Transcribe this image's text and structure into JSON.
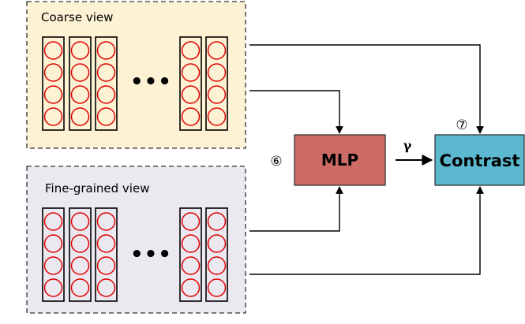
{
  "views": {
    "coarse": {
      "label": "Coarse view",
      "fill": "#fdf2d3"
    },
    "fine": {
      "label": "Fine-grained view",
      "fill": "#ebe8f0"
    }
  },
  "ellipsis": "•••",
  "mlp": {
    "label": "MLP",
    "marker": "⑥",
    "fill": "#cd6b67"
  },
  "contrast": {
    "label": "Contrast",
    "marker": "⑦",
    "fill": "#5bb8cf"
  },
  "edge_label": "γ",
  "colors": {
    "circle_stroke": "#e00000",
    "column_stroke": "#000000",
    "line": "#000000"
  }
}
